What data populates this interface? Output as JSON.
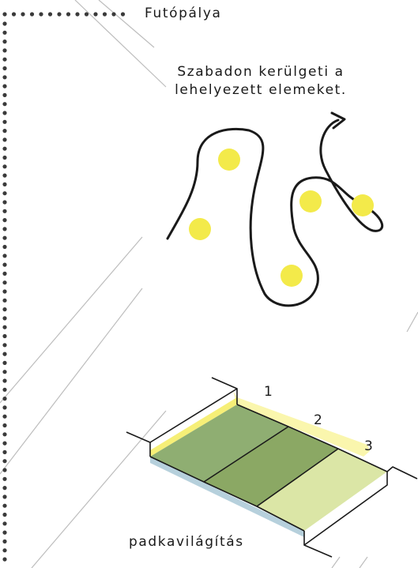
{
  "header": {
    "title": "Futópálya"
  },
  "description": {
    "line1": "Szabadon kerülgeti a",
    "line2": "lehelyezett elemeket."
  },
  "track_zones": {
    "zone1": "1",
    "zone2": "2",
    "zone3": "3"
  },
  "caption": "padkavilágítás",
  "colors": {
    "accent_yellow": "#f3ea4a",
    "zone1": "#8fae72",
    "zone2": "#8ba864",
    "zone3": "#dbe6a6",
    "edge_blue": "#7aaac0",
    "line": "#1a1a1a",
    "dots": "#3a3a3a",
    "guide_lines": "#bdbdbd"
  }
}
